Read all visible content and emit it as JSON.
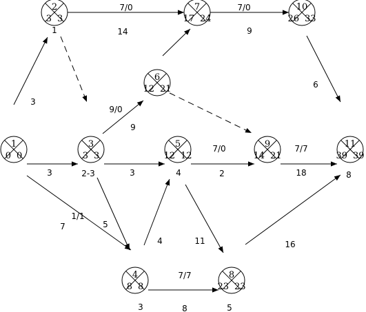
{
  "diagram": {
    "nodes": [
      {
        "id": "n0",
        "top": "1",
        "left": "0",
        "right": "0"
      },
      {
        "id": "n1",
        "top": "2",
        "left": "3",
        "right": "3",
        "label": "1"
      },
      {
        "id": "n3",
        "top": "3",
        "left": "3",
        "right": "3",
        "label": "2-3"
      },
      {
        "id": "n4",
        "top": "4",
        "left": "8",
        "right": "8",
        "label": "3"
      },
      {
        "id": "n5",
        "top": "5",
        "left": "12",
        "right": "12",
        "label": "4"
      },
      {
        "id": "n6",
        "top": "6",
        "left": "12",
        "right": "21"
      },
      {
        "id": "n7",
        "top": "7",
        "left": "17",
        "right": "24"
      },
      {
        "id": "n8",
        "top": "8",
        "left": "23",
        "right": "23",
        "label": "5"
      },
      {
        "id": "n9",
        "top": "9",
        "left": "14",
        "right": "21"
      },
      {
        "id": "n10",
        "top": "10",
        "left": "26",
        "right": "33"
      },
      {
        "id": "n11",
        "top": "11",
        "left": "39",
        "right": "39",
        "label": "8"
      }
    ],
    "edges": [
      {
        "from": "n0",
        "to": "n1",
        "dashed": false,
        "duration": "3"
      },
      {
        "from": "n1",
        "to": "n7",
        "dashed": false,
        "float": "7/0",
        "duration": "14"
      },
      {
        "from": "n7",
        "to": "n10",
        "dashed": false,
        "float": "7/0",
        "duration": "9"
      },
      {
        "from": "n10",
        "to": "n11",
        "dashed": false,
        "duration": "6"
      },
      {
        "from": "n1",
        "to": "n3",
        "dashed": true
      },
      {
        "from": "n3",
        "to": "n6",
        "dashed": false,
        "float": "9/0",
        "duration": "9"
      },
      {
        "from": "n6",
        "to": "n7",
        "dashed": false
      },
      {
        "from": "n6",
        "to": "n9",
        "dashed": true
      },
      {
        "from": "n0",
        "to": "n3",
        "dashed": false,
        "duration": "3"
      },
      {
        "from": "n3",
        "to": "n5",
        "dashed": false,
        "duration": "3"
      },
      {
        "from": "n5",
        "to": "n9",
        "dashed": false,
        "float": "7/0",
        "duration": "2"
      },
      {
        "from": "n9",
        "to": "n11",
        "dashed": false,
        "float": "7/7",
        "duration": "18"
      },
      {
        "from": "n0",
        "to": "n4",
        "dashed": false,
        "float": "1/1",
        "duration": "7"
      },
      {
        "from": "n3",
        "to": "n4",
        "dashed": false,
        "duration": "5"
      },
      {
        "from": "n4",
        "to": "n5",
        "dashed": false,
        "duration": "4"
      },
      {
        "from": "n5",
        "to": "n8",
        "dashed": false,
        "duration": "11"
      },
      {
        "from": "n4",
        "to": "n8",
        "dashed": false,
        "float": "7/7",
        "duration": "8"
      },
      {
        "from": "n8",
        "to": "n11",
        "dashed": false,
        "duration": "16"
      }
    ]
  }
}
